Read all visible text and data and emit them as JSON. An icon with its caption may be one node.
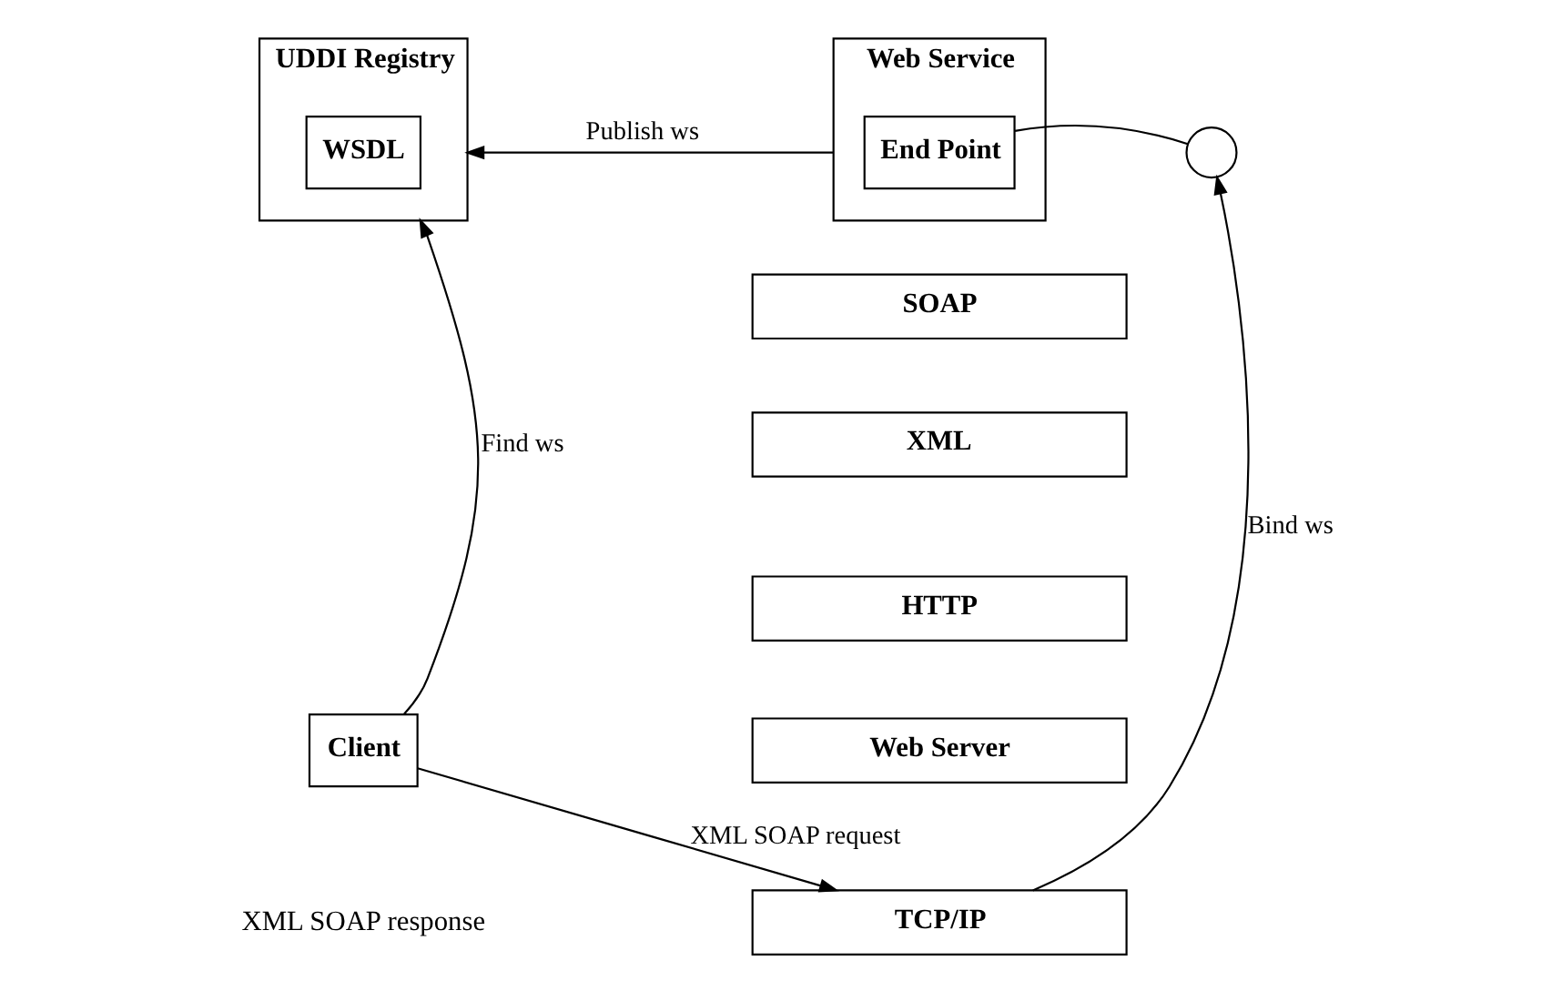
{
  "diagram": {
    "nodes": [
      {
        "text": [
          "UDDI Registry"
        ]
      },
      {
        "text": [
          "WSDL"
        ],
        "in": 0
      },
      {
        "text": [
          "Web Service"
        ]
      },
      {
        "text": [
          "End Point"
        ],
        "in": 2
      },
      {
        "text": [],
        "shape": "circle"
      },
      {
        "text": [
          "SOAP"
        ]
      },
      {
        "text": [
          "XML"
        ]
      },
      {
        "text": [
          "HTTP"
        ]
      },
      {
        "text": [
          "Web Server"
        ]
      },
      {
        "text": [
          "TCP/IP"
        ]
      },
      {
        "text": [
          "Client"
        ]
      }
    ],
    "edges": [
      {
        "from": 2,
        "to": 0,
        "arrow": "to",
        "label": "Publish ws"
      },
      {
        "from": 4,
        "to": 3,
        "arrow": "none"
      },
      {
        "from": 10,
        "to": 0,
        "arrow": "to",
        "label": "Find ws"
      },
      {
        "from": 10,
        "to": 9,
        "arrow": "to",
        "label": "XML SOAP request"
      },
      {
        "from": 9,
        "to": 4,
        "arrow": "to",
        "label": "Bind ws"
      }
    ],
    "labels": [
      "XML SOAP response"
    ]
  }
}
